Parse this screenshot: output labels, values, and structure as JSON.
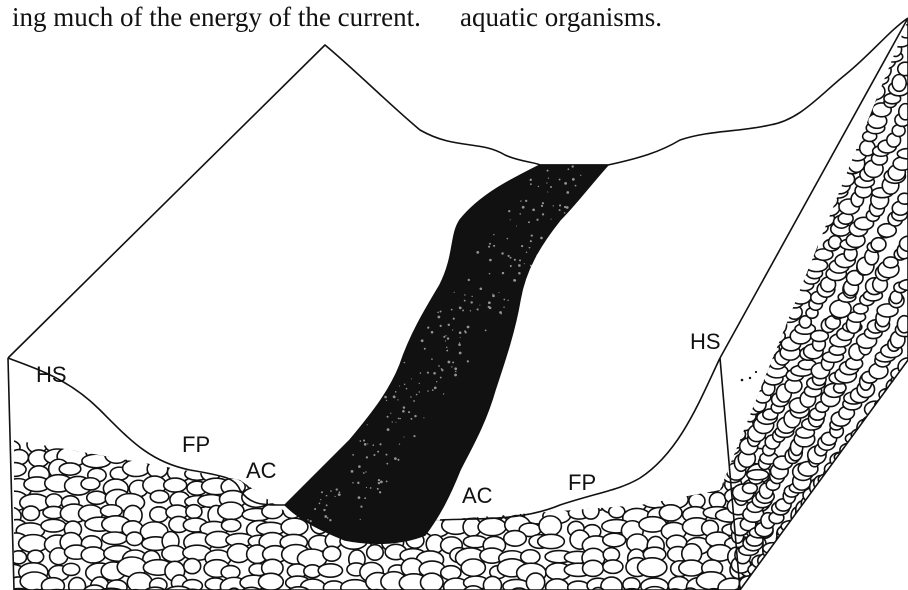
{
  "top_text": {
    "left": "ing much of the energy of the current.",
    "right": "aquatic organisms."
  },
  "labels": {
    "hs_left": "HS",
    "fp_left": "FP",
    "ac_left": "AC",
    "ac_right": "AC",
    "fp_right": "FP",
    "hs_right": "HS"
  },
  "colors": {
    "ink": "#111111",
    "channel": "#111111",
    "paper": "#ffffff"
  }
}
